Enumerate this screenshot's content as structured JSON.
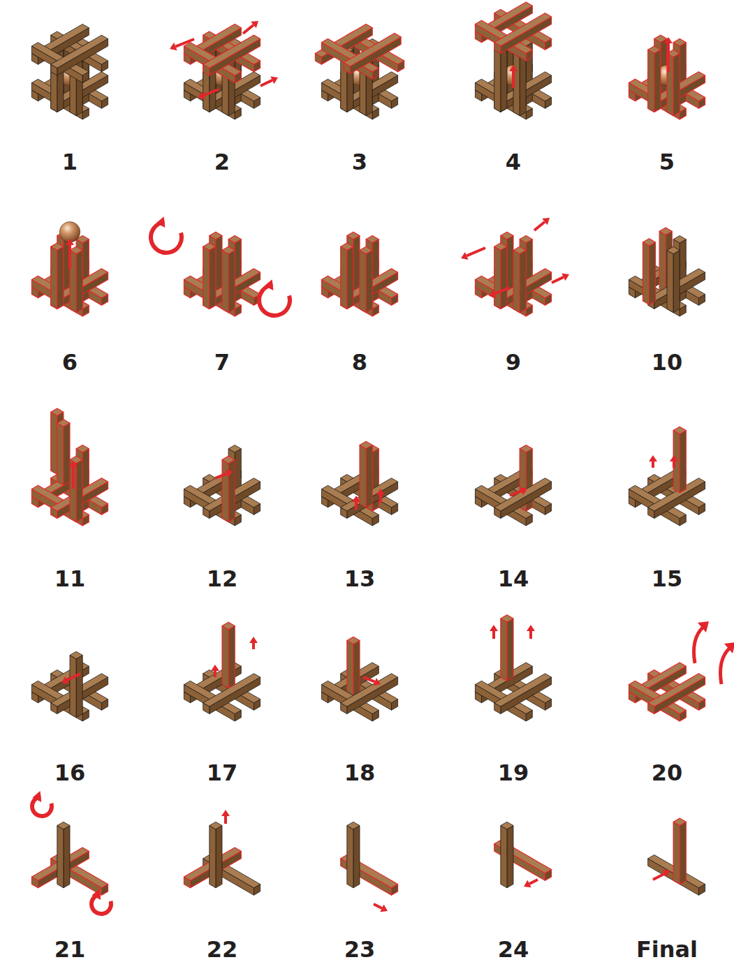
{
  "diagram": {
    "labels": [
      "1",
      "2",
      "3",
      "4",
      "5",
      "6",
      "7",
      "8",
      "9",
      "10",
      "11",
      "12",
      "13",
      "14",
      "15",
      "16",
      "17",
      "18",
      "19",
      "20",
      "21",
      "22",
      "23",
      "24",
      "Final"
    ]
  }
}
